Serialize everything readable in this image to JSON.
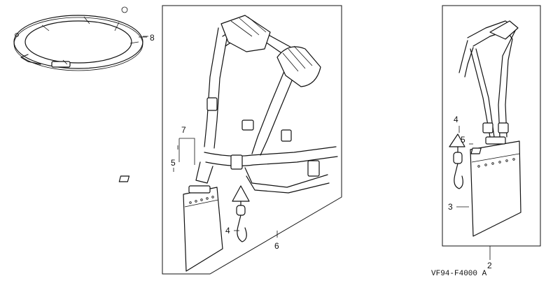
{
  "diagram": {
    "drawing_code": "VF94-F4000 A",
    "callouts": {
      "ring": "8",
      "tag_left": "7",
      "label_left": "5",
      "hook_left": "4",
      "harness": "6",
      "hook_right": "4",
      "label_right": "5",
      "pad_right": "3",
      "shoulder_strap": "2"
    }
  }
}
